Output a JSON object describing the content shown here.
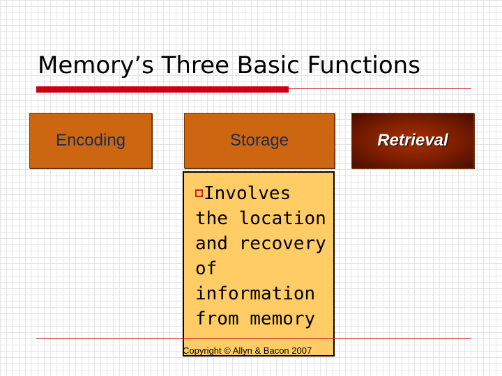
{
  "slide": {
    "title": "Memory’s Three Basic Functions",
    "boxes": {
      "encoding": "Encoding",
      "storage": "Storage",
      "retrieval": "Retrieval"
    },
    "description": "Involves the location and recovery of information from memory",
    "copyright": "Copyright © Allyn & Bacon 2007"
  },
  "colors": {
    "title_rule": "#cc0011",
    "box_fill": "#cc6611",
    "box_text": "#1a2a55",
    "retrieval_fill": "#7a1d00",
    "note_fill": "#ffcc66",
    "bullet": "#cc2222"
  },
  "icons": {
    "bullet": "hollow-square-bullet-icon"
  }
}
